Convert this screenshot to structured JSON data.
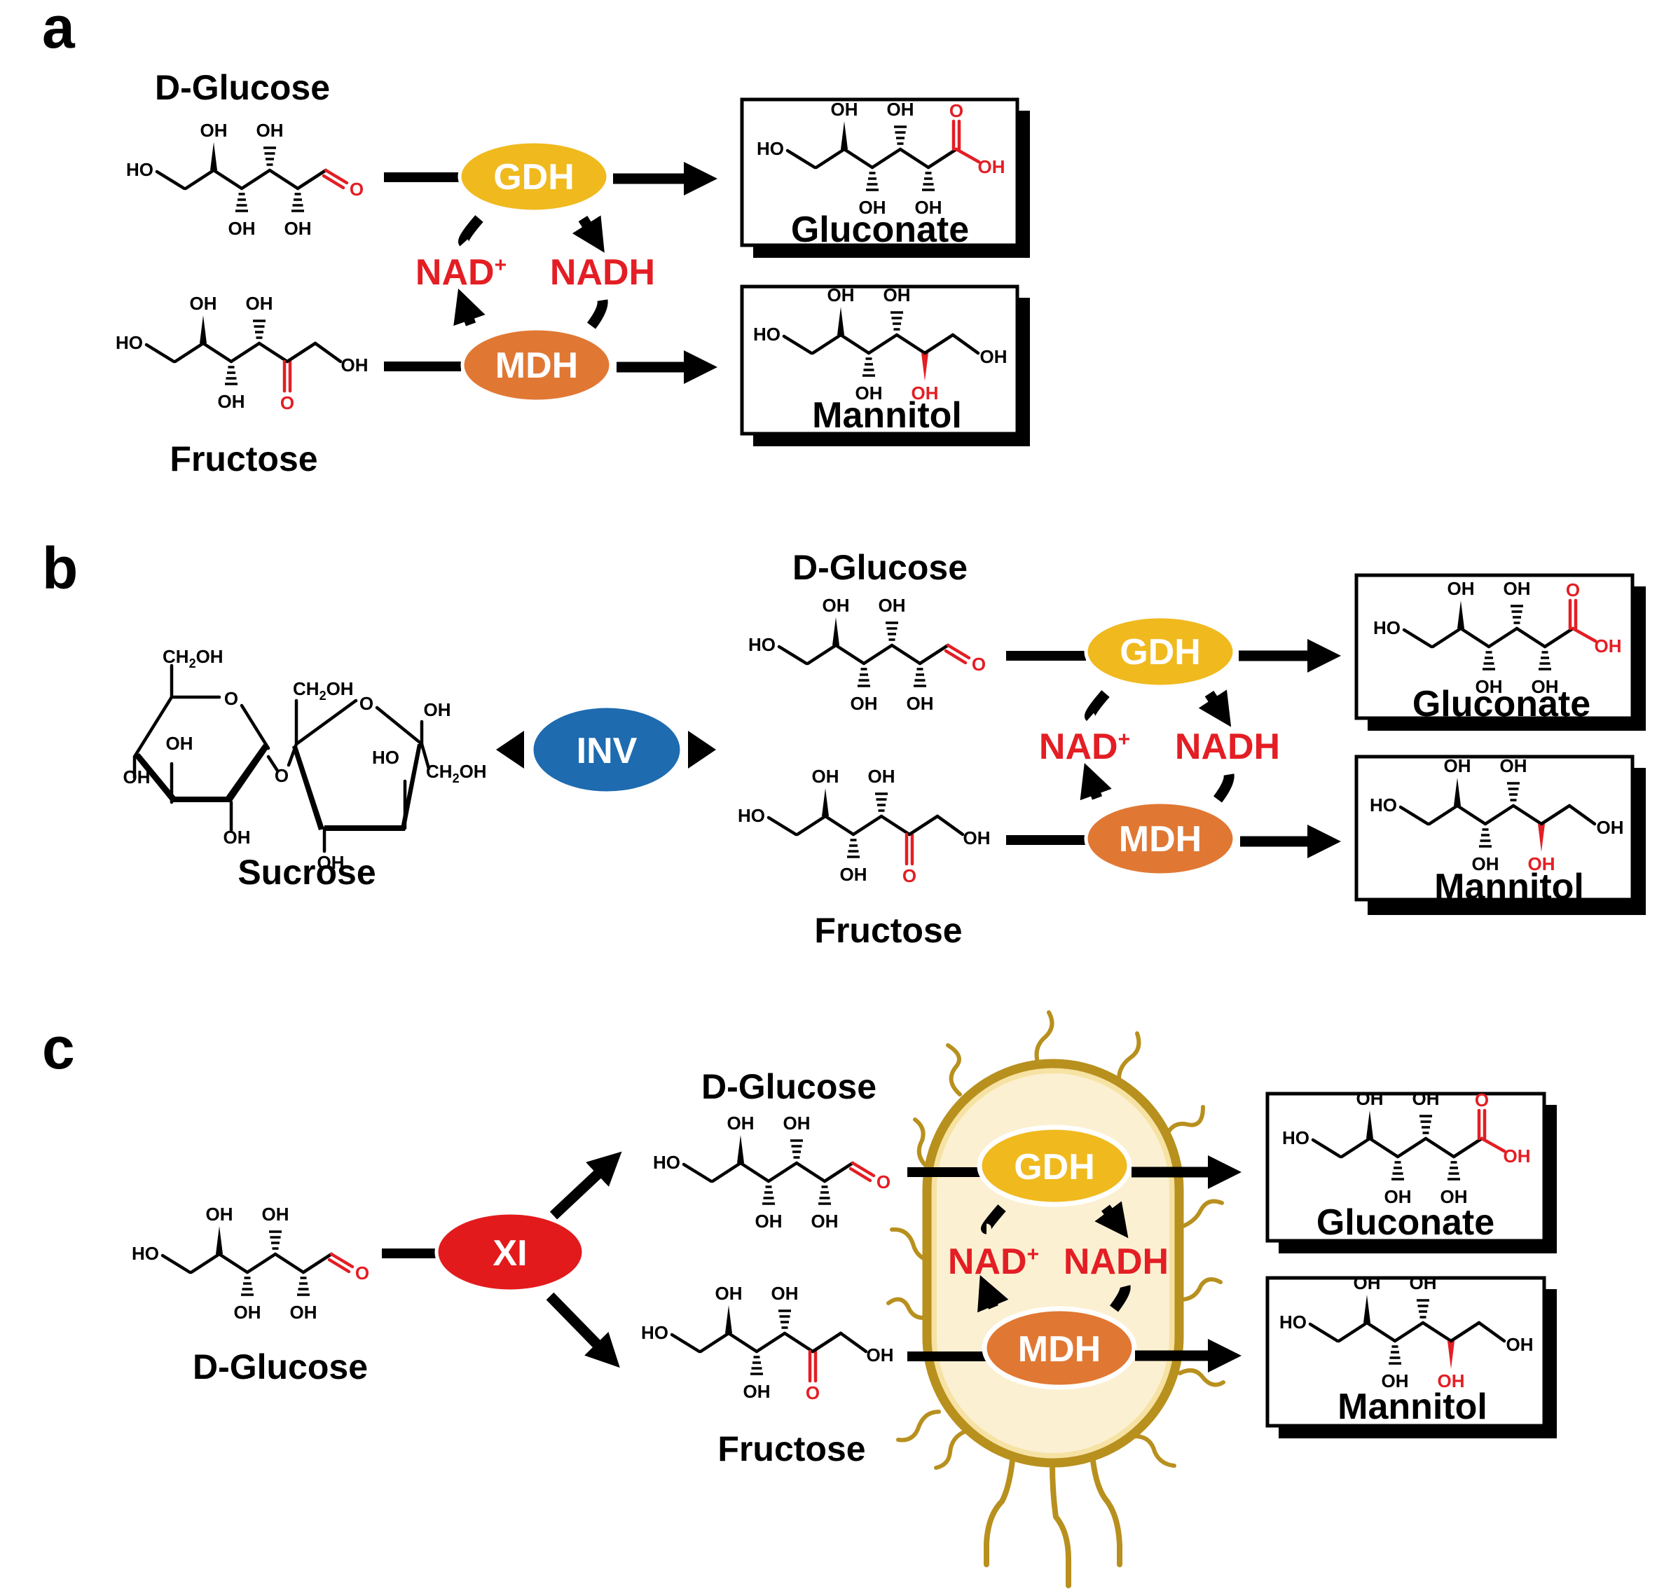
{
  "figure": {
    "colors": {
      "gdh": "#F0B91E",
      "mdh": "#E07834",
      "inv": "#1E6BB0",
      "xi": "#E31A1C",
      "cofactor_text": "#E31E24",
      "highlight_atom": "#E31E24",
      "cell_wall": "#B8901E",
      "cell_rim": "#F6E2A3",
      "cell_fill": "#FCF0D2"
    },
    "panels": [
      {
        "letter": "a",
        "substrates": [
          {
            "name": "D-Glucose",
            "molecule": "glucose"
          },
          {
            "name": "Fructose",
            "molecule": "fructose"
          }
        ],
        "enzymes": [
          {
            "label": "GDH",
            "role": "glucose dehydrogenase"
          },
          {
            "label": "MDH",
            "role": "mannitol dehydrogenase"
          }
        ],
        "cofactors": [
          {
            "label": "NAD",
            "superscript": "+"
          },
          {
            "label": "NADH",
            "superscript": ""
          }
        ],
        "products": [
          {
            "name": "Gluconate",
            "molecule": "gluconate"
          },
          {
            "name": "Mannitol",
            "molecule": "mannitol"
          }
        ]
      },
      {
        "letter": "b",
        "precursor": {
          "name": "Sucrose",
          "molecule": "sucrose"
        },
        "precursor_enzyme": {
          "label": "INV",
          "arrow": "bidirectional"
        },
        "substrates": [
          {
            "name": "D-Glucose",
            "molecule": "glucose"
          },
          {
            "name": "Fructose",
            "molecule": "fructose"
          }
        ],
        "enzymes": [
          {
            "label": "GDH"
          },
          {
            "label": "MDH"
          }
        ],
        "cofactors": [
          {
            "label": "NAD",
            "superscript": "+"
          },
          {
            "label": "NADH",
            "superscript": ""
          }
        ],
        "products": [
          {
            "name": "Gluconate",
            "molecule": "gluconate"
          },
          {
            "name": "Mannitol",
            "molecule": "mannitol"
          }
        ]
      },
      {
        "letter": "c",
        "precursor": {
          "name": "D-Glucose",
          "molecule": "glucose"
        },
        "precursor_enzyme": {
          "label": "XI",
          "arrow": "split"
        },
        "substrates": [
          {
            "name": "D-Glucose",
            "molecule": "glucose"
          },
          {
            "name": "Fructose",
            "molecule": "fructose"
          }
        ],
        "enzymes": [
          {
            "label": "GDH"
          },
          {
            "label": "MDH"
          }
        ],
        "cofactors": [
          {
            "label": "NAD",
            "superscript": "+"
          },
          {
            "label": "NADH",
            "superscript": ""
          }
        ],
        "container": "whole-cell (bacterium)",
        "products": [
          {
            "name": "Gluconate",
            "molecule": "gluconate"
          },
          {
            "name": "Mannitol",
            "molecule": "mannitol"
          }
        ]
      }
    ],
    "atom_labels": {
      "oh": "OH",
      "ho": "HO",
      "o": "O",
      "ch2oh_main": "CH",
      "ch2oh_sub": "2",
      "ch2oh_tail": "OH"
    }
  }
}
